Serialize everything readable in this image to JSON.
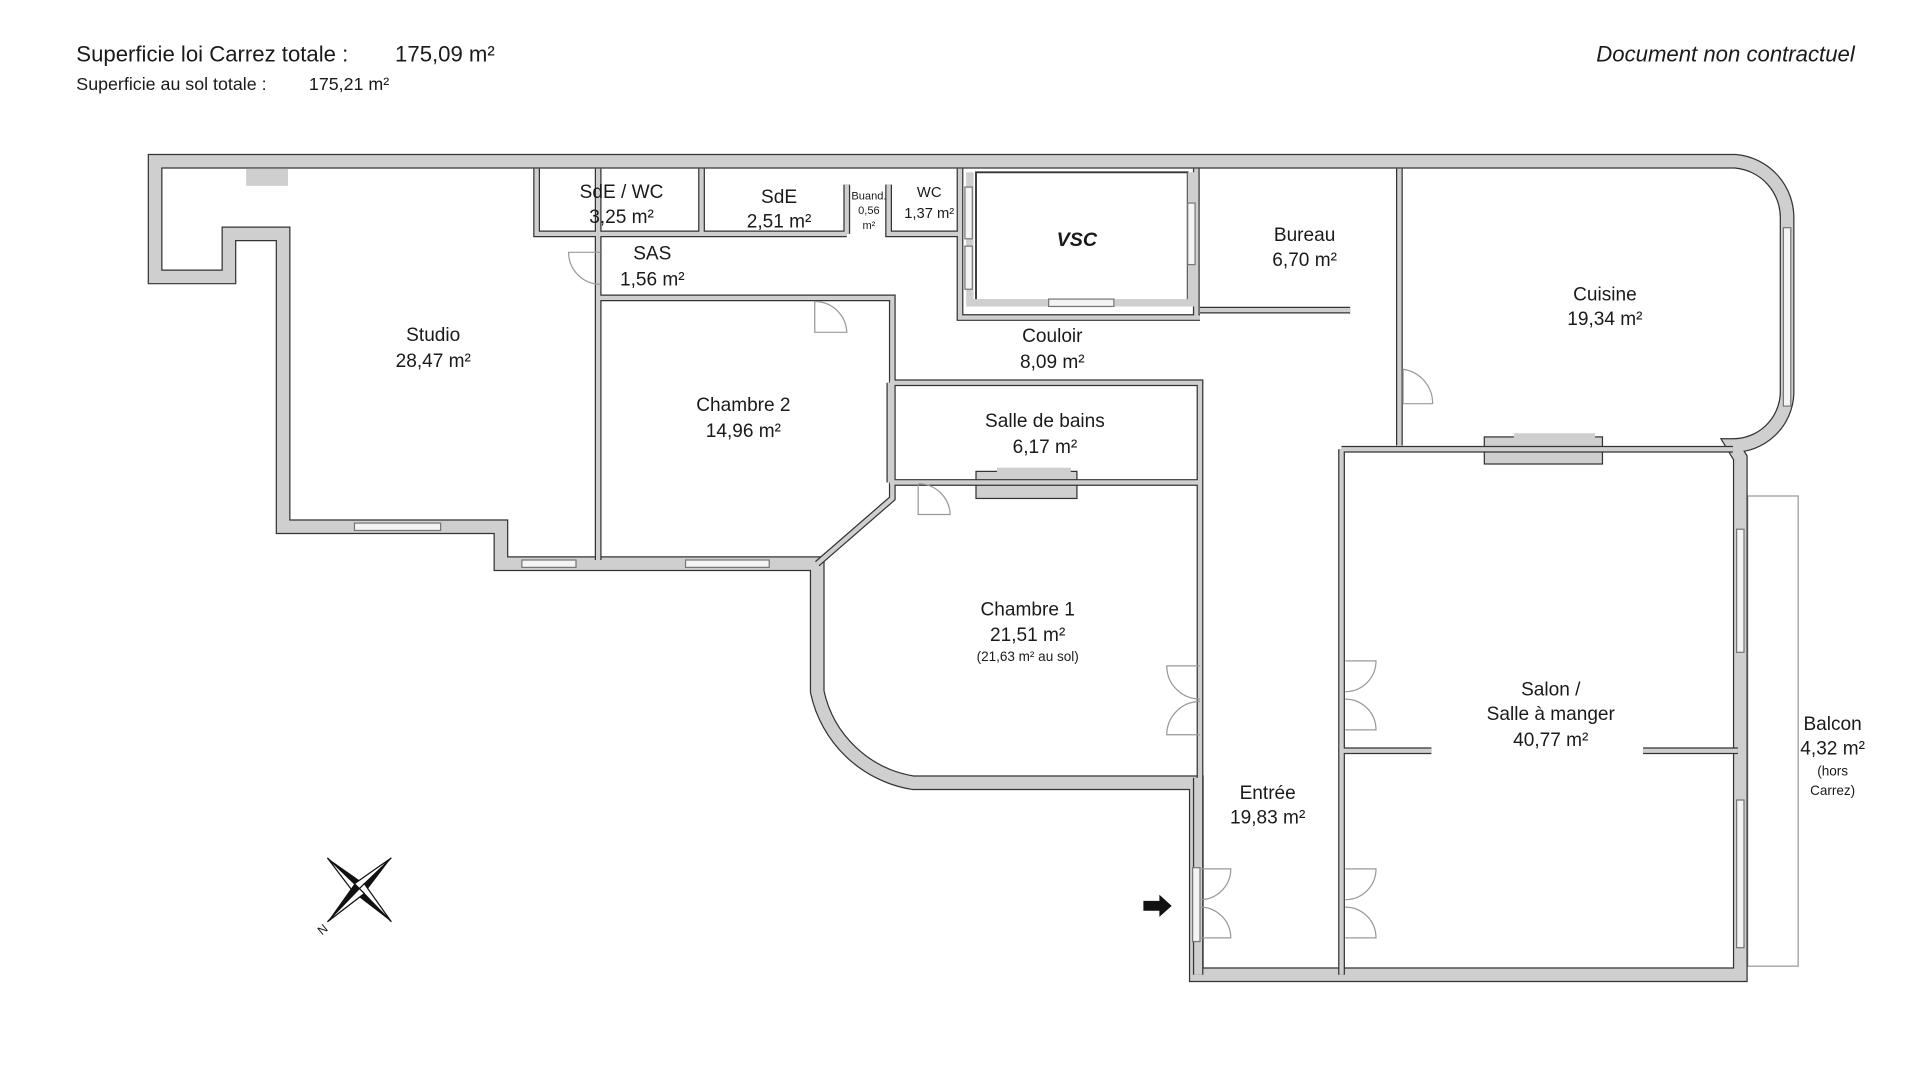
{
  "header": {
    "carrez_label": "Superficie loi Carrez totale :",
    "carrez_value": "175,09 m²",
    "sol_label": "Superficie au sol totale :",
    "sol_value": "175,21 m²",
    "disclaimer": "Document non contractuel"
  },
  "rooms": {
    "sde_wc": {
      "name": "SdE / WC",
      "area": "3,25 m²"
    },
    "sde": {
      "name": "SdE",
      "area": "2,51 m²"
    },
    "buand": {
      "name": "Buand.",
      "area": "0,56",
      "unit": "m²"
    },
    "wc": {
      "name": "WC",
      "area": "1,37 m²"
    },
    "vsc": {
      "name": "VSC"
    },
    "bureau": {
      "name": "Bureau",
      "area": "6,70 m²"
    },
    "cuisine": {
      "name": "Cuisine",
      "area": "19,34 m²"
    },
    "sas": {
      "name": "SAS",
      "area": "1,56 m²"
    },
    "studio": {
      "name": "Studio",
      "area": "28,47 m²"
    },
    "chambre2": {
      "name": "Chambre 2",
      "area": "14,96 m²"
    },
    "couloir": {
      "name": "Couloir",
      "area": "8,09 m²"
    },
    "sdb": {
      "name": "Salle de bains",
      "area": "6,17 m²"
    },
    "chambre1": {
      "name": "Chambre 1",
      "area": "21,51 m²",
      "note": "(21,63 m² au sol)"
    },
    "salon": {
      "name1": "Salon /",
      "name2": "Salle à manger",
      "area": "40,77 m²"
    },
    "entree": {
      "name": "Entrée",
      "area": "19,83 m²"
    },
    "balcon": {
      "name": "Balcon",
      "area": "4,32 m²",
      "note1": "(hors",
      "note2": "Carrez)"
    }
  },
  "compass": {
    "north_label": "N"
  },
  "colors": {
    "wall": "#cfcfcf",
    "wall_outline": "#333333"
  }
}
